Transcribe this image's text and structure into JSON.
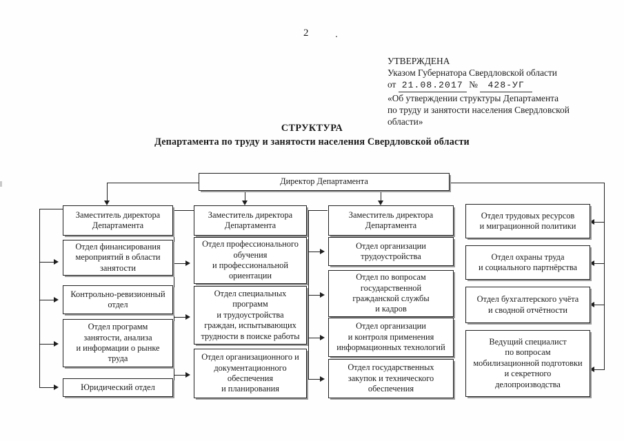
{
  "page": {
    "number": "2"
  },
  "approval": {
    "line1": "УТВЕРЖДЕНА",
    "line2": "Указом Губернатора Свердловской области",
    "date_prefix": "от",
    "date_value": "21.08.2017",
    "number_prefix": "№",
    "number_value": "428-УГ",
    "line4": "«Об утверждении структуры Департамента",
    "line5": "по  труду и занятости населения Свердловской",
    "line6": "области»"
  },
  "title": {
    "main": "СТРУКТУРА",
    "sub": "Департамента по труду и занятости населения Свердловской области"
  },
  "chart_data": {
    "type": "diagram",
    "title": "СТРУКТУРА Департамента по труду и занятости населения Свердловской области",
    "root": "Директор Департамента",
    "columns": [
      {
        "head": "Заместитель директора\nДепартамента",
        "head_lines": [
          "Заместитель директора",
          "Департамента"
        ],
        "children": [
          {
            "lines": [
              "Отдел финансирования",
              "мероприятий в области",
              "занятости"
            ]
          },
          {
            "lines": [
              "Контрольно-ревизионный",
              "отдел"
            ]
          },
          {
            "lines": [
              "Отдел программ",
              "занятости, анализа",
              "и информации о рынке",
              "труда"
            ]
          },
          {
            "lines": [
              "Юридический отдел"
            ]
          }
        ]
      },
      {
        "head": "Заместитель директора\nДепартамента",
        "head_lines": [
          "Заместитель директора",
          "Департамента"
        ],
        "children": [
          {
            "lines": [
              "Отдел профессионального",
              "обучения",
              "и профессиональной",
              "ориентации"
            ]
          },
          {
            "lines": [
              "Отдел специальных",
              "программ",
              "и трудоустройства",
              "граждан, испытывающих",
              "трудности в поиске работы"
            ]
          },
          {
            "lines": [
              "Отдел организационного и",
              "документационного",
              "обеспечения",
              "и планирования"
            ]
          }
        ]
      },
      {
        "head": "Заместитель директора\nДепартамента",
        "head_lines": [
          "Заместитель директора",
          "Департамента"
        ],
        "children": [
          {
            "lines": [
              "Отдел организации",
              "трудоустройства"
            ]
          },
          {
            "lines": [
              "Отдел по вопросам",
              "государственной",
              "гражданской службы",
              "и кадров"
            ]
          },
          {
            "lines": [
              "Отдел организации",
              "и контроля применения",
              "информационных технологий"
            ]
          },
          {
            "lines": [
              "Отдел государственных",
              "закупок и технического",
              "обеспечения"
            ]
          }
        ]
      },
      {
        "head": null,
        "head_lines": [],
        "children": [
          {
            "lines": [
              "Отдел трудовых ресурсов",
              "и миграционной политики"
            ]
          },
          {
            "lines": [
              "Отдел охраны труда",
              "и социального партнёрства"
            ]
          },
          {
            "lines": [
              "Отдел бухгалтерского учёта",
              "и сводной отчётности"
            ]
          },
          {
            "lines": [
              "Ведущий специалист",
              "по вопросам",
              "мобилизационной подготовки",
              "и секретного",
              "делопроизводства"
            ]
          }
        ]
      }
    ]
  },
  "nodes": {
    "director": "Директор Департамента",
    "c1h": "Заместитель директора|Департамента",
    "c1a": "Отдел финансирования|мероприятий в области|занятости",
    "c1b": "Контрольно-ревизионный|отдел",
    "c1c": "Отдел программ|занятости, анализа|и информации о рынке|труда",
    "c1d": "Юридический отдел",
    "c2h": "Заместитель директора|Департамента",
    "c2a": "Отдел профессионального|обучения|и профессиональной|ориентации",
    "c2b": "Отдел специальных|программ|и трудоустройства|граждан, испытывающих|трудности в поиске работы",
    "c2c": "Отдел организационного и|документационного|обеспечения|и планирования",
    "c3h": "Заместитель директора|Департамента",
    "c3a": "Отдел организации|трудоустройства",
    "c3b": "Отдел по вопросам|государственной|гражданской службы|и кадров",
    "c3c": "Отдел организации|и контроля применения|информационных технологий",
    "c3d": "Отдел государственных|закупок и технического|обеспечения",
    "c4a": "Отдел трудовых ресурсов|и миграционной политики",
    "c4b": "Отдел охраны труда|и социального партнёрства",
    "c4c": "Отдел бухгалтерского учёта|и сводной отчётности",
    "c4d": "Ведущий специалист|по вопросам|мобилизационной подготовки|и секретного|делопроизводства"
  }
}
